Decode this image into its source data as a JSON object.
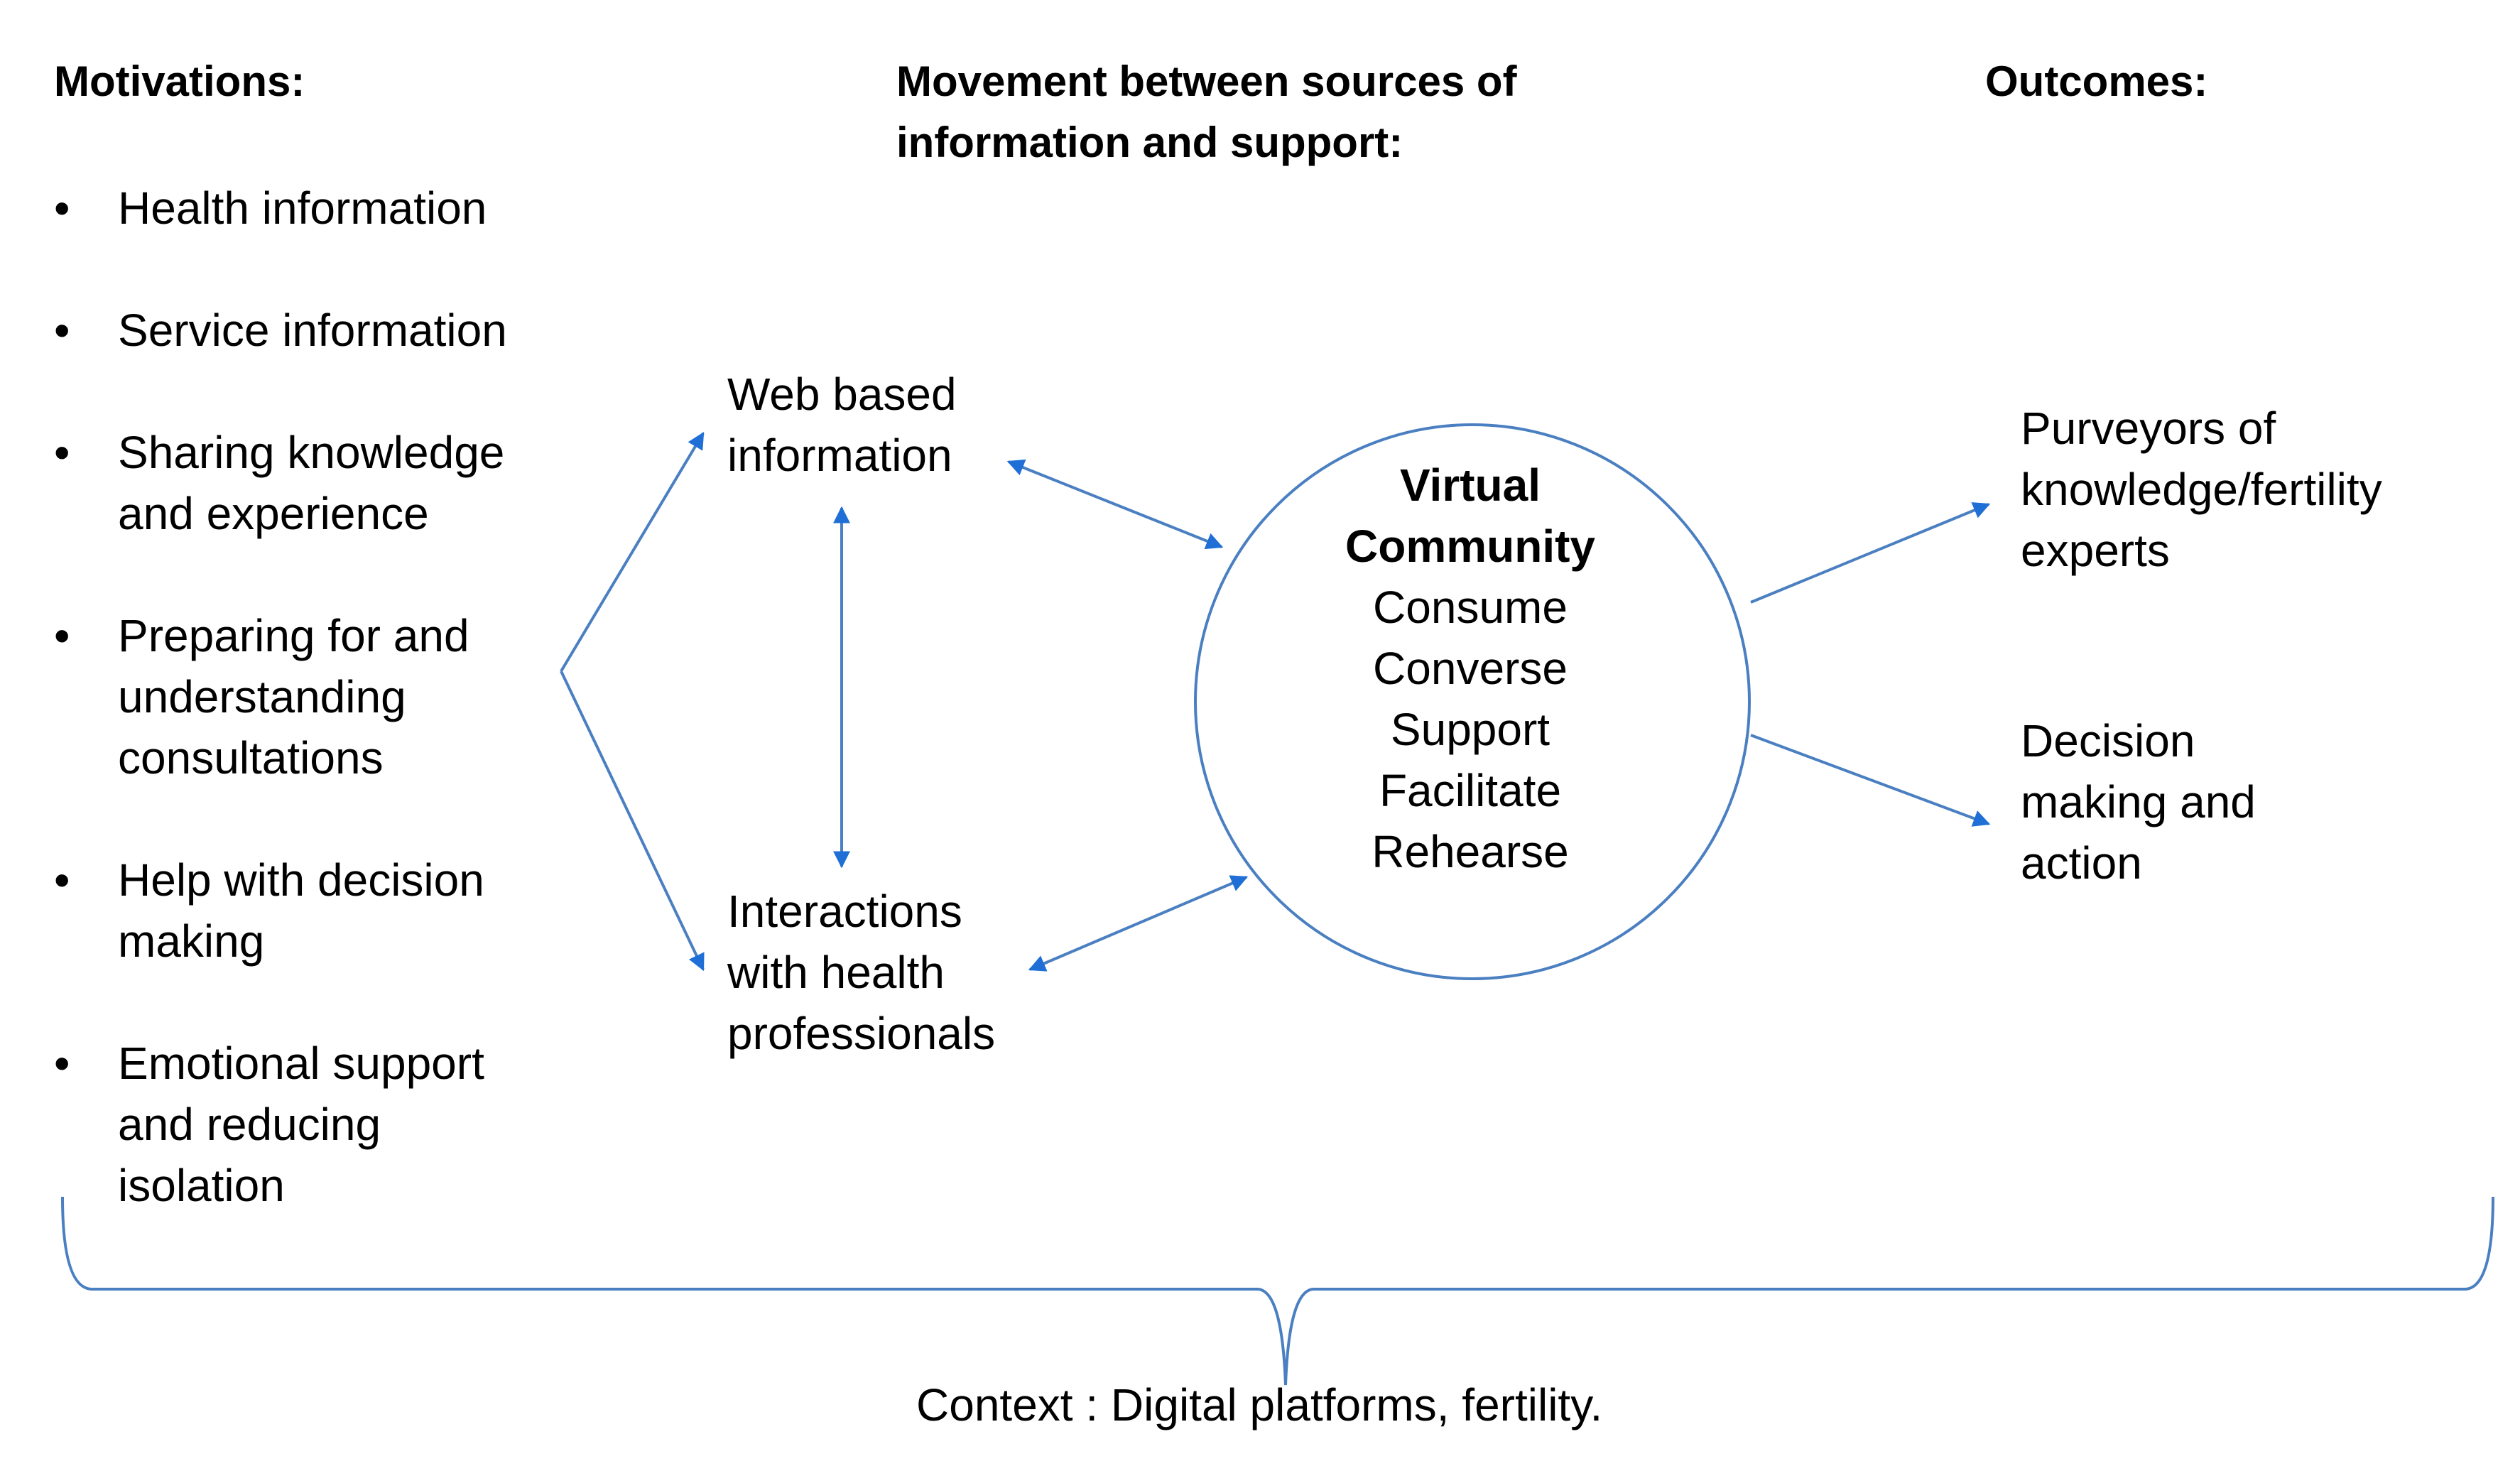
{
  "headings": {
    "motivations": "Motivations:",
    "movement": "Movement between sources of information and support:",
    "outcomes": "Outcomes:"
  },
  "motivations": [
    "Health information",
    "Service information",
    "Sharing knowledge and experience",
    "Preparing for and understanding consultations",
    "Help with decision making",
    "Emotional support and reducing isolation"
  ],
  "bullet_symbol": "•",
  "sources": {
    "web": "Web based information",
    "interactions": "Interactions with health professionals"
  },
  "virtual_community": {
    "title_line1": "Virtual",
    "title_line2": "Community",
    "activities": [
      "Consume",
      "Converse",
      "Support",
      "Facilitate",
      "Rehearse"
    ]
  },
  "outcomes": [
    "Purveyors of knowledge/fertility experts",
    "Decision making and action"
  ],
  "context": "Context : Digital platforms, fertility.",
  "colors": {
    "line": "#4a7fc1",
    "arrow": "#1f6fd6"
  }
}
